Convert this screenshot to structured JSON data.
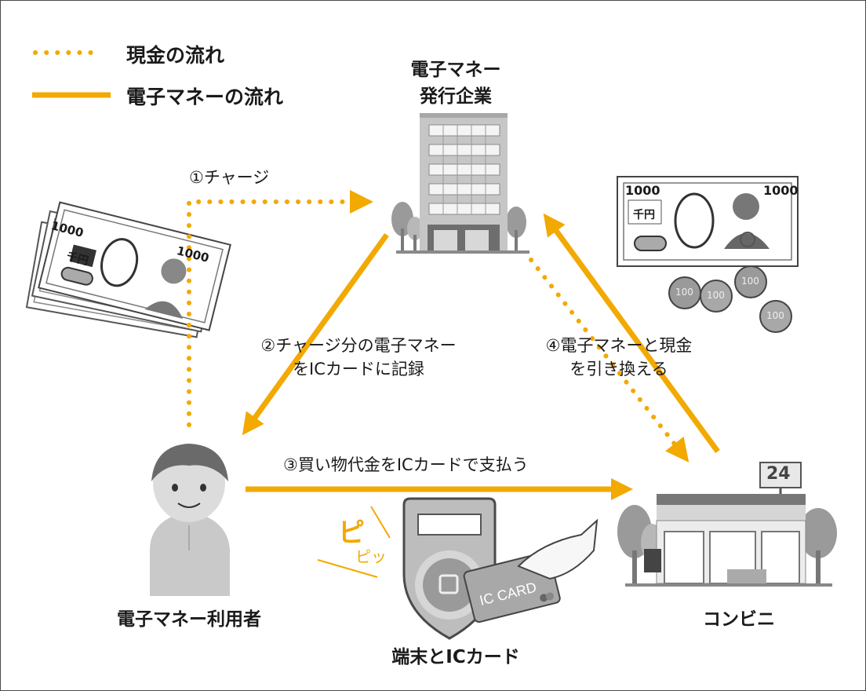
{
  "colors": {
    "accent": "#f2a900",
    "gray_dark": "#555555",
    "gray_mid": "#8c8c8c",
    "gray_light": "#c8c8c8"
  },
  "legend": {
    "cash_flow": "現金の流れ",
    "emoney_flow": "電子マネーの流れ"
  },
  "nodes": {
    "issuer": [
      "電子マネー",
      "発行企業"
    ],
    "user": "電子マネー利用者",
    "terminal": "端末とICカード",
    "store": "コンビニ"
  },
  "steps": {
    "step1": "①チャージ",
    "step2": [
      "②チャージ分の電子マネー",
      "をICカードに記録"
    ],
    "step3": "③買い物代金をICカードで支払う",
    "step4": [
      "④電子マネーと現金",
      "を引き換える"
    ]
  },
  "illustration_text": {
    "bill_value": "1000",
    "bill_kanji": "千円",
    "coin_value": "100",
    "card_label": "IC CARD",
    "store_sign": "24",
    "sound_big": "ピ",
    "sound_small": "ピッ"
  }
}
